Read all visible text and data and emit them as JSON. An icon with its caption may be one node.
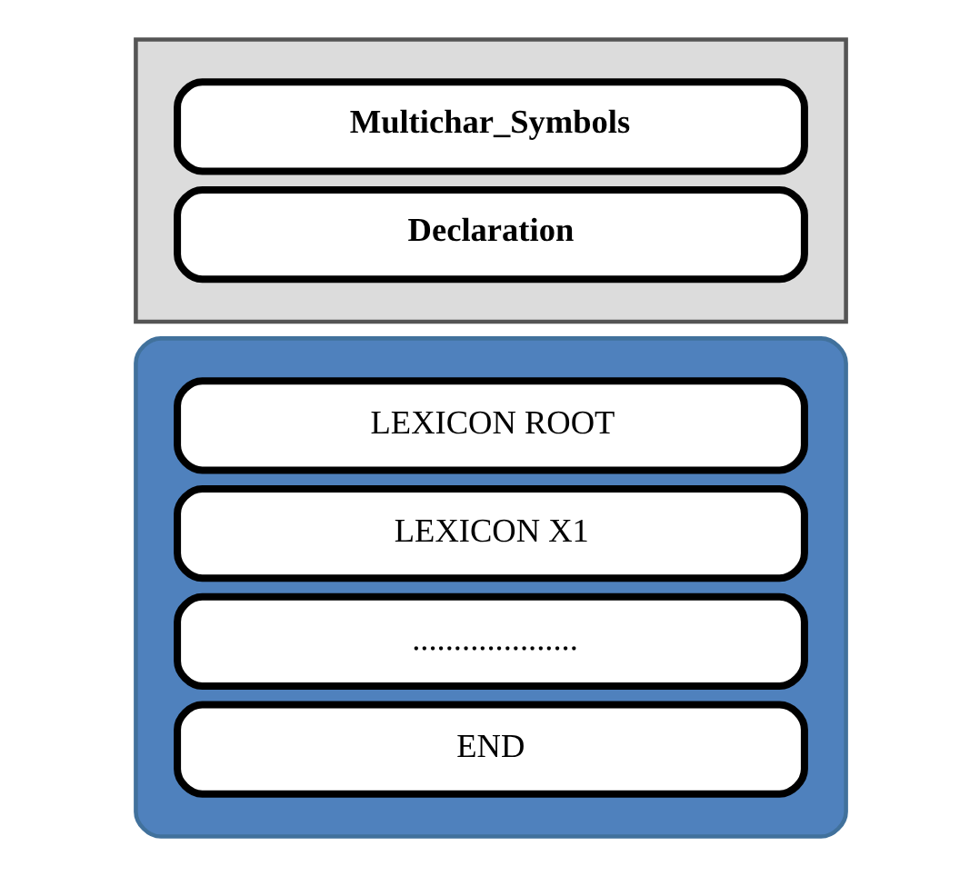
{
  "diagram": {
    "nodes": [
      {
        "text": [],
        "shape": "box"
      },
      {
        "text": [
          "Multichar_Symbols"
        ],
        "in": 0
      },
      {
        "text": [
          "Declaration"
        ],
        "in": 0
      },
      {
        "text": [],
        "shape": "box"
      },
      {
        "text": [
          "LEXICON ROOT"
        ],
        "in": 3
      },
      {
        "text": [
          "LEXICON X1"
        ],
        "in": 3
      },
      {
        "text": [
          "...................."
        ],
        "in": 3
      },
      {
        "text": [
          "END"
        ],
        "in": 3
      }
    ]
  }
}
